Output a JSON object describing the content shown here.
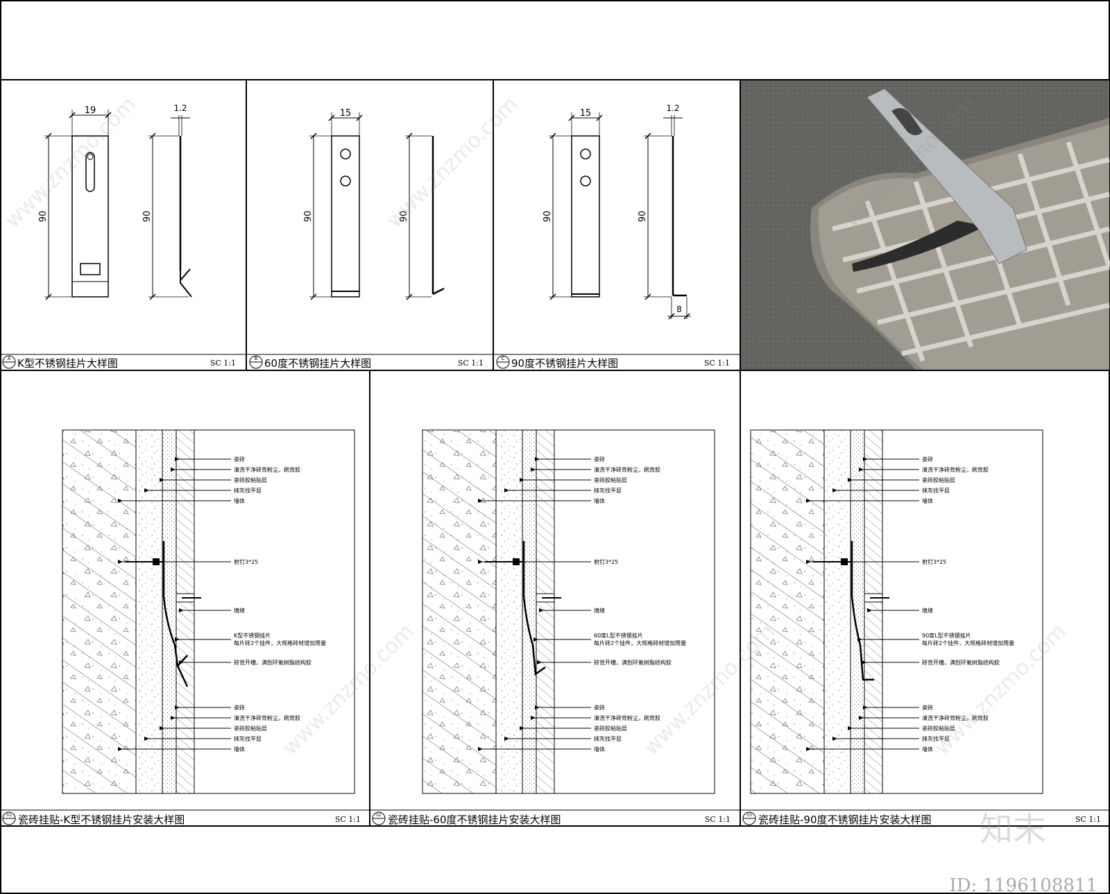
{
  "details": {
    "a": {
      "mark": "A",
      "title": "K型不锈钢挂片大样图",
      "scale": "SC 1:1",
      "width_dim": "19",
      "height_dim": "90",
      "side_height_dim": "90",
      "thickness_dim": "1.2"
    },
    "b": {
      "mark": "B",
      "title": "60度不锈钢挂片大样图",
      "scale": "SC 1:1",
      "width_dim": "15",
      "height_dim": "90",
      "side_height_dim": "90"
    },
    "c": {
      "mark": "C",
      "title": "90度不锈钢挂片大样图",
      "scale": "SC 1:1",
      "width_dim": "15",
      "height_dim": "90",
      "side_height_dim": "90",
      "thickness_dim": "1.2",
      "foot_dim": "8"
    }
  },
  "sections": [
    {
      "mark": "01",
      "title": "瓷砖挂贴-K型不锈钢挂片安装大样图",
      "scale": "SC 1:1",
      "labels_top": [
        "瓷砖",
        "清洗干净砖背粉尘，刷背胶",
        "瓷砖胶粘贴层",
        "抹灰找平层",
        "墙体"
      ],
      "nail": "射钉3*25",
      "joint": "填缝",
      "clip": [
        "K型不锈钢挂片",
        "每片砖2个挂件，大规格砖材增加用量"
      ],
      "groove": "砖背开槽，满刮环氧树脂结构胶",
      "labels_bottom": [
        "瓷砖",
        "清洗干净砖背粉尘，刷背胶",
        "瓷砖胶粘贴层",
        "抹灰找平层",
        "墙体"
      ]
    },
    {
      "mark": "02",
      "title": "瓷砖挂贴-60度不锈钢挂片安装大样图",
      "scale": "SC 1:1",
      "labels_top": [
        "瓷砖",
        "清洗干净砖背粉尘，刷背胶",
        "瓷砖胶粘贴层",
        "抹灰找平层",
        "墙体"
      ],
      "nail": "射钉3*25",
      "joint": "填缝",
      "clip": [
        "60度L型不锈钢挂片",
        "每片砖2个挂件，大规格砖材增加用量"
      ],
      "groove": "砖背开槽，满刮环氧树脂结构胶",
      "labels_bottom": [
        "瓷砖",
        "清洗干净砖背粉尘，刷背胶",
        "瓷砖胶粘贴层",
        "抹灰找平层",
        "墙体"
      ]
    },
    {
      "mark": "03",
      "title": "瓷砖挂贴-90度不锈钢挂片安装大样图",
      "scale": "SC 1:1",
      "labels_top": [
        "瓷砖",
        "清洗干净砖背粉尘，刷背胶",
        "瓷砖胶粘贴层",
        "抹灰找平层",
        "墙体"
      ],
      "nail": "射钉3*25",
      "joint": "填缝",
      "clip": [
        "90度L型不锈钢挂片",
        "每片砖2个挂件，大规格砖材增加用量"
      ],
      "groove": "砖背开槽，满刮环氧树脂结构胶",
      "labels_bottom": [
        "瓷砖",
        "清洗干净砖背粉尘，刷背胶",
        "瓷砖胶粘贴层",
        "抹灰找平层",
        "墙体"
      ]
    }
  ],
  "watermark": {
    "logo": "知末",
    "id": "ID: 1196108811",
    "site": "www.znzmo.com"
  }
}
